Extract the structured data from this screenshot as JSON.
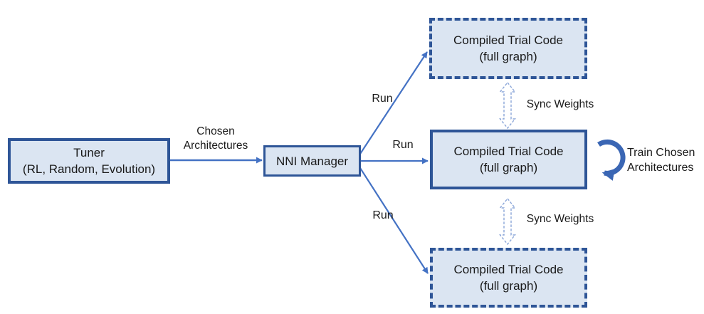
{
  "diagram": {
    "title": "NNI NAS weight-sharing architecture diagram",
    "colors": {
      "background": "#ffffff",
      "box_fill": "#dbe5f2",
      "box_border": "#2e5597",
      "arrow": "#4472c4",
      "sync_arrow_outline": "#8aa5d8",
      "curved_arrow": "#3a66b4",
      "text": "#1a1a1a"
    },
    "nodes": {
      "tuner": {
        "line1": "Tuner",
        "line2": "(RL, Random, Evolution)"
      },
      "nni_manager": {
        "label": "NNI Manager"
      },
      "trial_top": {
        "line1": "Compiled Trial Code",
        "line2": "(full graph)"
      },
      "trial_middle": {
        "line1": "Compiled Trial Code",
        "line2": "(full graph)"
      },
      "trial_bottom": {
        "line1": "Compiled Trial Code",
        "line2": "(full graph)"
      }
    },
    "edges": {
      "chosen_architectures": {
        "line1": "Chosen",
        "line2": "Architectures"
      },
      "run_top": "Run",
      "run_middle": "Run",
      "run_bottom": "Run",
      "sync_weights_top": "Sync Weights",
      "sync_weights_bottom": "Sync Weights",
      "train_chosen": {
        "line1": "Train Chosen",
        "line2": "Architectures"
      }
    }
  }
}
